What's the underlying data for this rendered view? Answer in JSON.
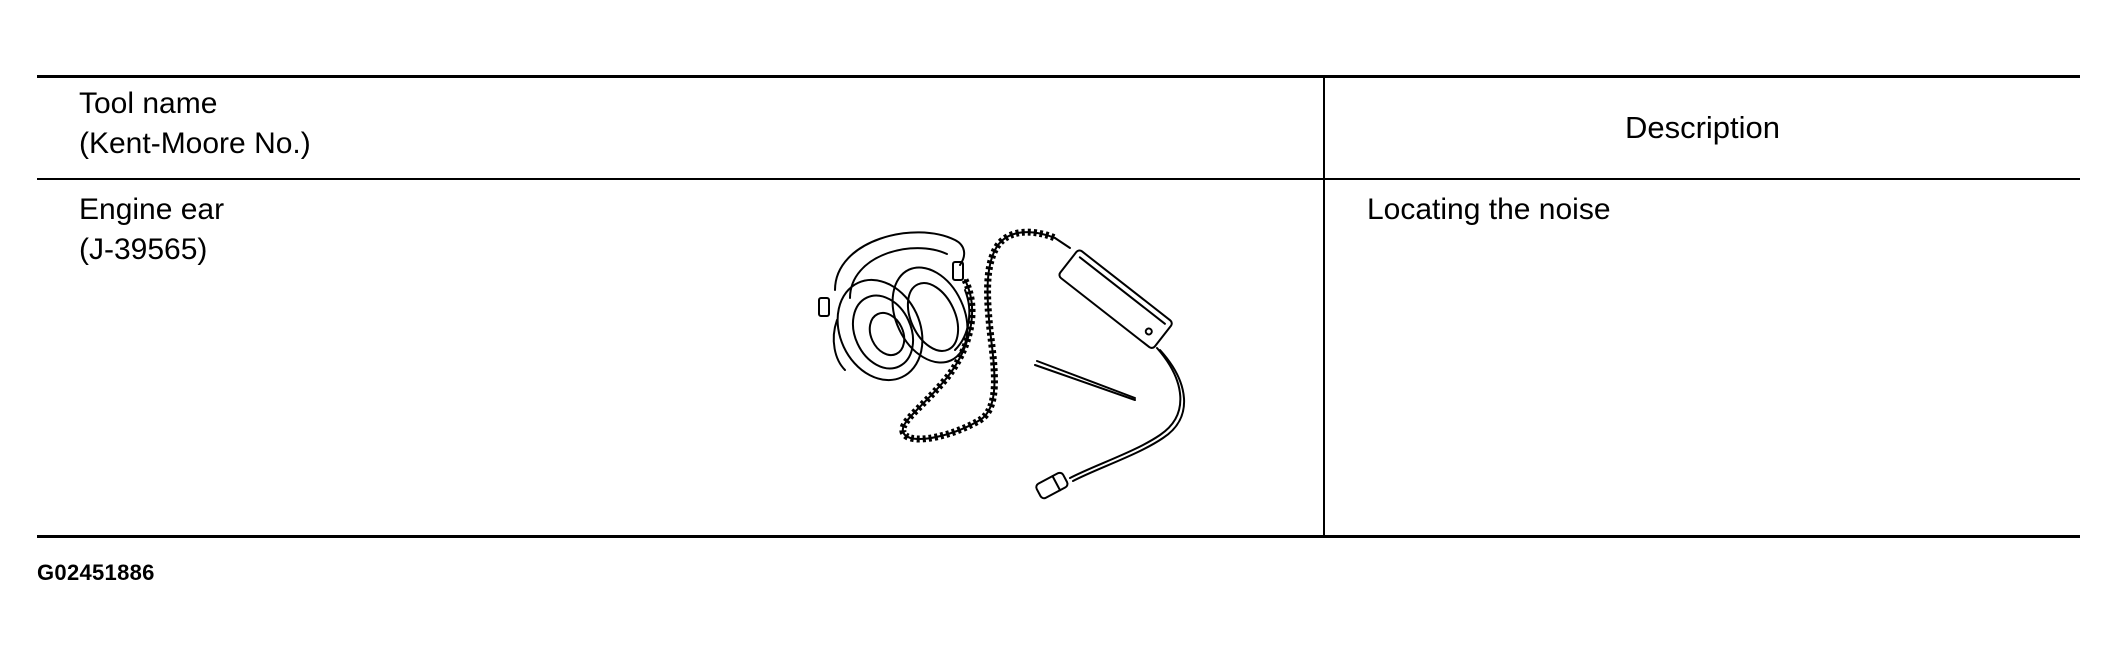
{
  "table": {
    "header": {
      "tool_line1": "Tool name",
      "tool_line2": "(Kent-Moore No.)",
      "description": "Description"
    },
    "rows": [
      {
        "tool_name": "Engine ear",
        "tool_number": "(J-39565)",
        "description": "Locating the noise",
        "illustration": "engine-ear-headphones-icon"
      }
    ]
  },
  "figure_code": "G02451886"
}
